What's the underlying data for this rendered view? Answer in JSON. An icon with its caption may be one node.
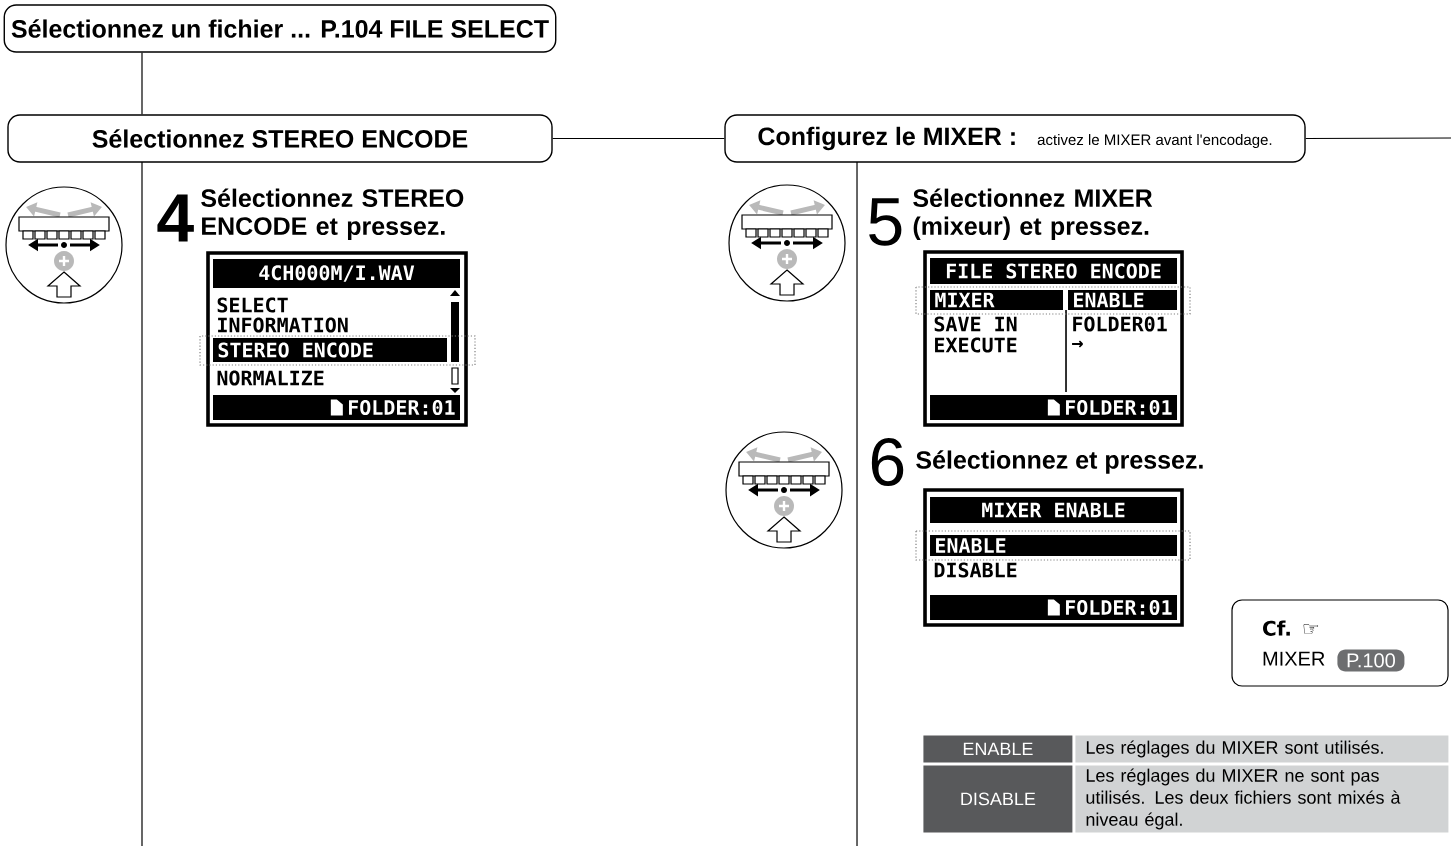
{
  "diagram": {
    "nodes": [
      {
        "text": [
          "Sélectionnez un fichier ... P.104 FILE SELECT"
        ]
      },
      {
        "text": [
          "Sélectionnez STEREO ENCODE"
        ]
      },
      {
        "text": [
          "Configurez le MIXER :",
          "activez le MIXER avant l'encodage."
        ]
      },
      {
        "text": [
          "**Cf.** ☞",
          "MIXER"
        ]
      },
      {
        "text": [
          "P.100"
        ],
        "in": 3
      }
    ],
    "edges": [
      {
        "from": 0,
        "to": 1,
        "arrow": "none"
      },
      {
        "from": 1,
        "to": 2,
        "arrow": "none"
      },
      {
        "from": 2,
        "to": null,
        "arrow": "none"
      }
    ],
    "labels": [
      "4",
      "Sélectionnez STEREO ENCODE et pressez.",
      "4CH000M/I.WAV",
      "SELECT",
      "INFORMATION",
      "STEREO ENCODE",
      "NORMALIZE",
      "FOLDER:01",
      "5",
      "Sélectionnez MIXER (mixeur) et pressez.",
      "FILE STEREO ENCODE",
      "MIXER",
      "ENABLE",
      "SAVE IN",
      "FOLDER01",
      "EXECUTE",
      "→",
      "FOLDER:01",
      "6",
      "Sélectionnez et pressez.",
      "MIXER ENABLE",
      "ENABLE",
      "DISABLE",
      "FOLDER:01",
      "ENABLE",
      "Les réglages du MIXER sont utilisés.",
      "DISABLE",
      "Les réglages du MIXER ne sont pas utilisés. Les deux fichiers sont mixés à niveau égal."
    ]
  }
}
